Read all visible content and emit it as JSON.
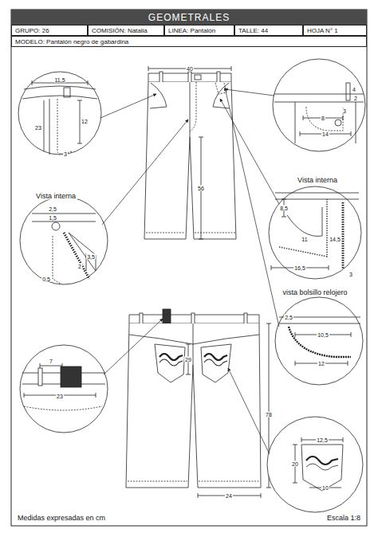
{
  "diagram": {
    "title": "GEOMETRALES",
    "nodes": [
      {
        "text": [
          "GRUPO: 26"
        ]
      },
      {
        "text": [
          "COMISIÓN: Natalia"
        ]
      },
      {
        "text": [
          "LINEA: Pantalón"
        ]
      },
      {
        "text": [
          "TALLE: 44"
        ]
      },
      {
        "text": [
          "HOJA N° 1"
        ]
      },
      {
        "text": [
          "MODELO: Pantalón negro de gabardina"
        ]
      }
    ],
    "labels": [
      "11,5",
      "12",
      "23",
      "3",
      "Vista interna",
      "2,5",
      "1,5",
      "3,5",
      "2",
      "0,5",
      "7",
      "23",
      "40",
      "56",
      "29",
      "78",
      "24",
      "4",
      "2",
      "8",
      "14",
      "3",
      "Vista interna",
      "8,5",
      "11",
      "14,5",
      "16,5",
      "3",
      "vista bolsillo relojero",
      "2,5",
      "10,5",
      "12",
      "12,5",
      "20",
      "10",
      "Medidas expresadas en cm",
      "Escala 1:8"
    ]
  }
}
